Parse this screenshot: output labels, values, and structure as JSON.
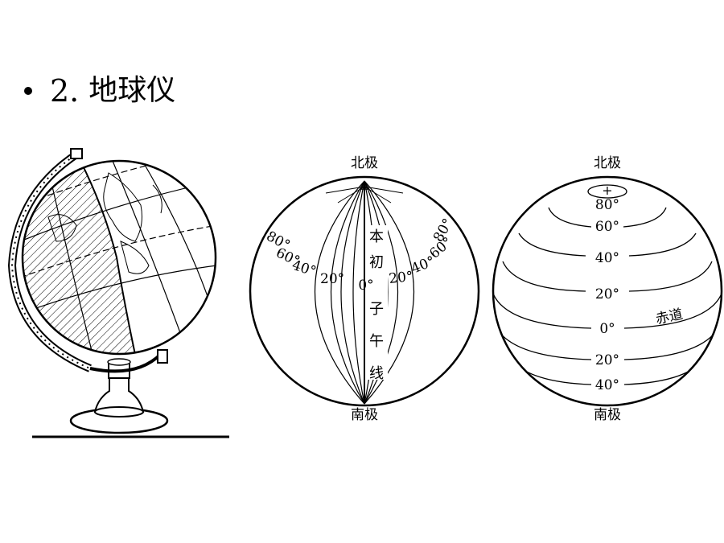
{
  "slide": {
    "bullet_number": "2.",
    "title": "地球仪"
  },
  "meridian_globe": {
    "north_label": "北极",
    "south_label": "南极",
    "pole_mark": "+",
    "center_label": "0°",
    "prime_meridian_chars": [
      "本",
      "初",
      "子",
      "午",
      "线"
    ],
    "left_labels": [
      "80°",
      "60°",
      "40°",
      "20°"
    ],
    "right_labels": [
      "20°",
      "40°",
      "60°",
      "80°"
    ]
  },
  "latitude_globe": {
    "north_label": "北极",
    "south_label": "南极",
    "pole_mark": "+",
    "latitude_labels": [
      "80°",
      "60°",
      "40°",
      "20°",
      "0°",
      "20°",
      "40°"
    ],
    "equator_label": "赤道"
  }
}
